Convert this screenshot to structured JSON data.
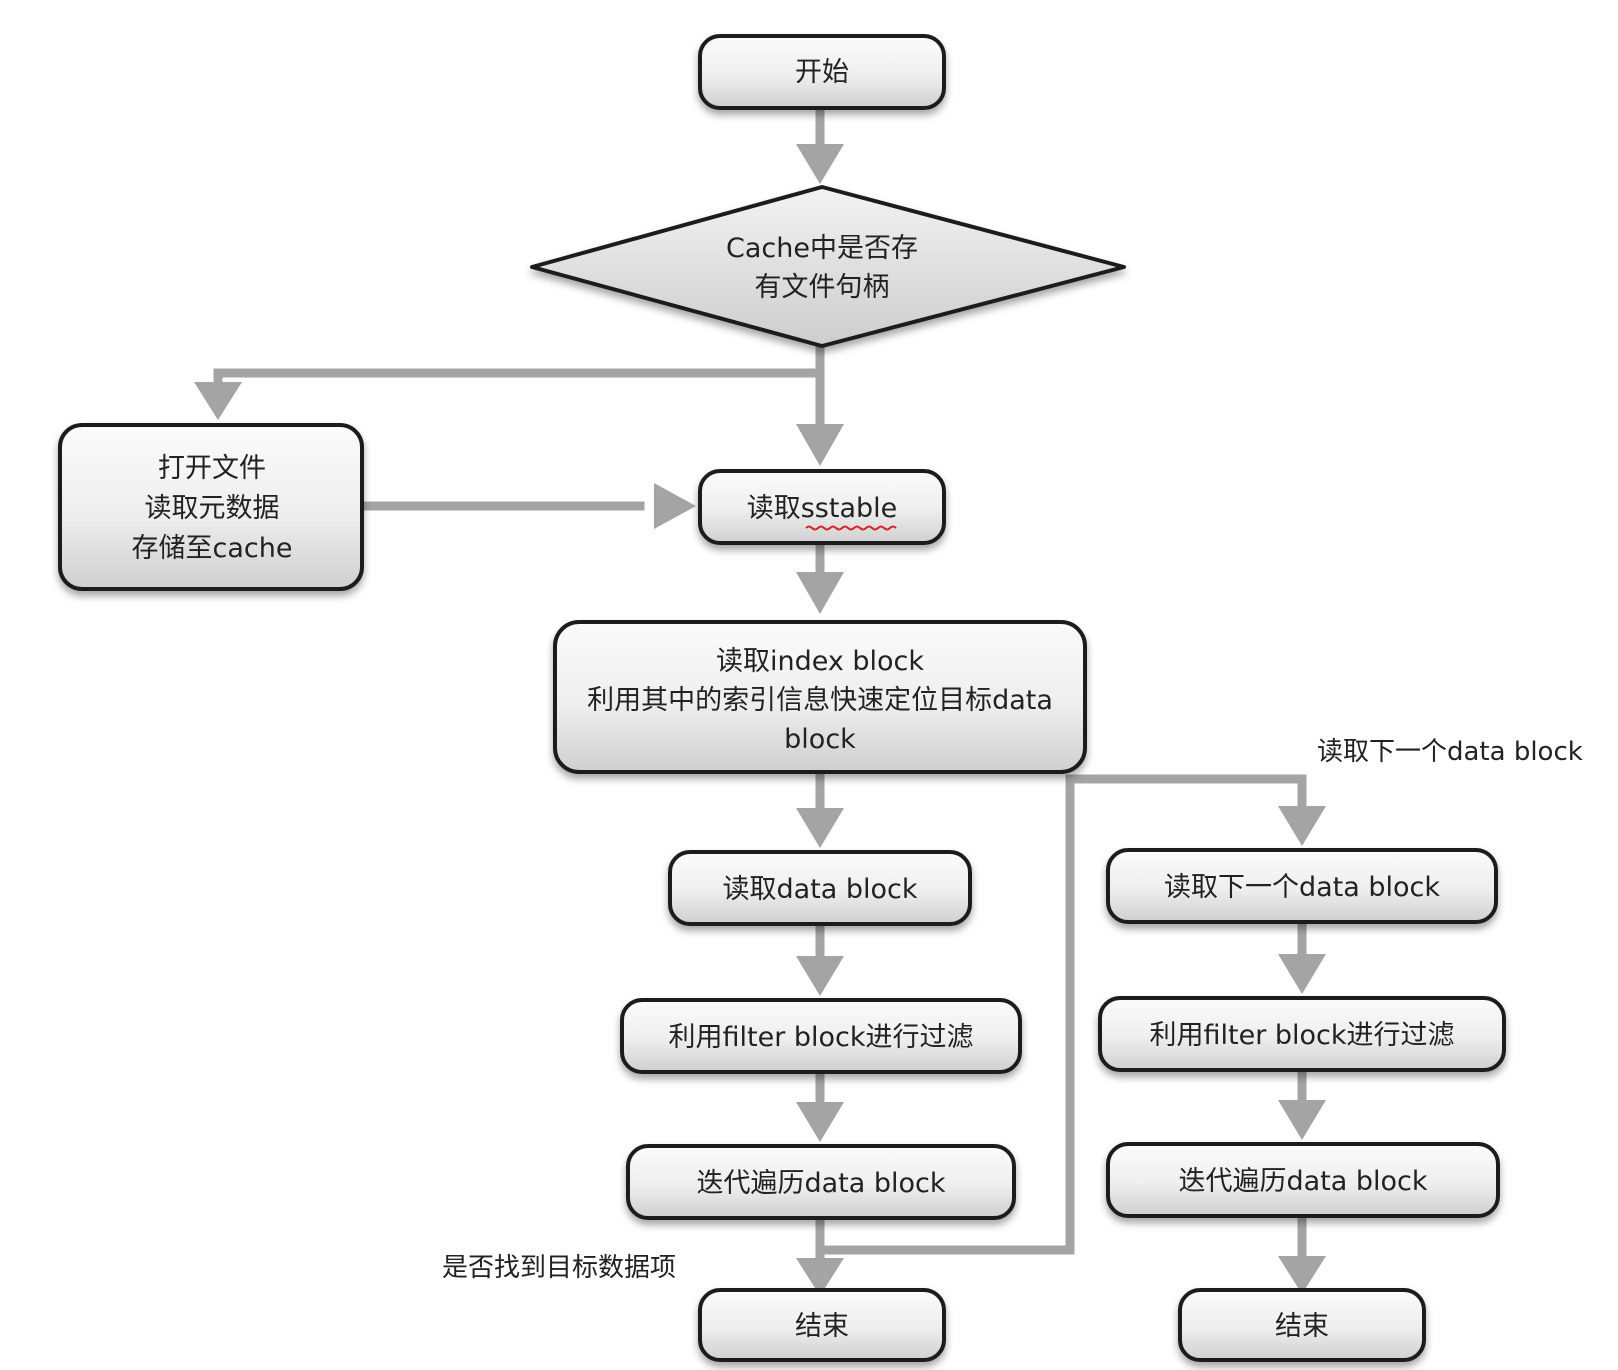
{
  "nodes": {
    "start": "开始",
    "decision_line1": "Cache中是否存",
    "decision_line2": "有文件句柄",
    "open_file_line1": "打开文件",
    "open_file_line2": "读取元数据",
    "open_file_line3": "存储至cache",
    "read_sstable_prefix": "读取",
    "read_sstable_word": "sstable",
    "index_line1": "读取index block",
    "index_line2": "利用其中的索引信息快速定位目标data",
    "index_line3": "block",
    "read_data_block": "读取data block",
    "filter_left": "利用filter block进行过滤",
    "iterate_left": "迭代遍历data block",
    "end_left": "结束",
    "read_next_block": "读取下一个data block",
    "filter_right": "利用filter block进行过滤",
    "iterate_right": "迭代遍历data block",
    "end_right": "结束"
  },
  "labels": {
    "next_block_label": "读取下一个data block",
    "found_target_label": "是否找到目标数据项"
  },
  "colors": {
    "node_fill_top": "#fafafa",
    "node_fill_bottom": "#d2d2d2",
    "node_stroke": "#1e1e1e",
    "connector": "#a4a4a4",
    "spellcheck_underline": "#e02020"
  }
}
